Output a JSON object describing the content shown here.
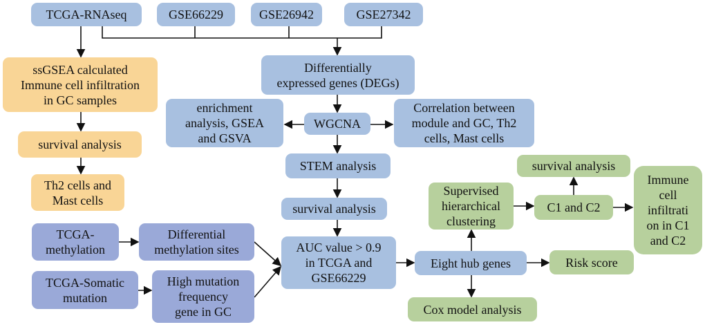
{
  "colors": {
    "blue": "#a8c0e0",
    "orange": "#f9d596",
    "green": "#b7d09d",
    "purple": "#9aa9d8"
  },
  "nodes": {
    "tcga_rnaseq": "TCGA-RNAseq",
    "gse66229": "GSE66229",
    "gse26942": "GSE26942",
    "gse27342": "GSE27342",
    "ssgsea": "ssGSEA calculated\nImmune cell infiltration\nin GC samples",
    "survival_left": "survival analysis",
    "th2_mast": "Th2 cells and\nMast cells",
    "degs": "Differentially\nexpressed genes (DEGs)",
    "enrichment": "enrichment\nanalysis, GSEA\nand GSVA",
    "wgcna": "WGCNA",
    "correlation": "Correlation between\nmodule and GC, Th2\ncells, Mast cells",
    "stem": "STEM analysis",
    "survival_mid": "survival analysis",
    "auc": "AUC value > 0.9\nin TCGA and\nGSE66229",
    "tcga_methylation": "TCGA-\nmethylation",
    "diff_methylation": "Differential\nmethylation sites",
    "tcga_somatic": "TCGA-Somatic\nmutation",
    "high_mutation": "High mutation\nfrequency\ngene in GC",
    "hub_genes": "Eight hub genes",
    "supervised": "Supervised\nhierarchical\nclustering",
    "cox": "Cox model analysis",
    "risk": "Risk score",
    "c1c2": "C1 and C2",
    "survival_right": "survival analysis",
    "immune_c1c2": "Immune\ncell\ninfiltrati\non in C1\nand C2"
  }
}
